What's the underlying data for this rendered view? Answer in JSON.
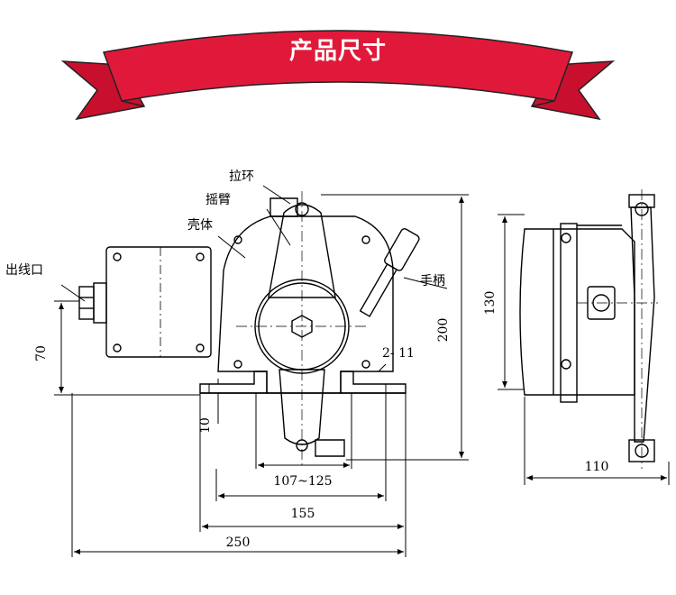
{
  "banner": {
    "title": "产品尺寸",
    "color": "#e0193a"
  },
  "labels": {
    "pull_ring": "拉环",
    "rocker_arm": "摇臂",
    "housing": "壳体",
    "cable_outlet": "出线口",
    "handle": "手柄",
    "holes": "2- 11"
  },
  "dimensions": {
    "d70": "70",
    "d10": "10",
    "d200": "200",
    "d107_125": "107~125",
    "d155": "155",
    "d250": "250",
    "d130": "130",
    "d110": "110"
  }
}
